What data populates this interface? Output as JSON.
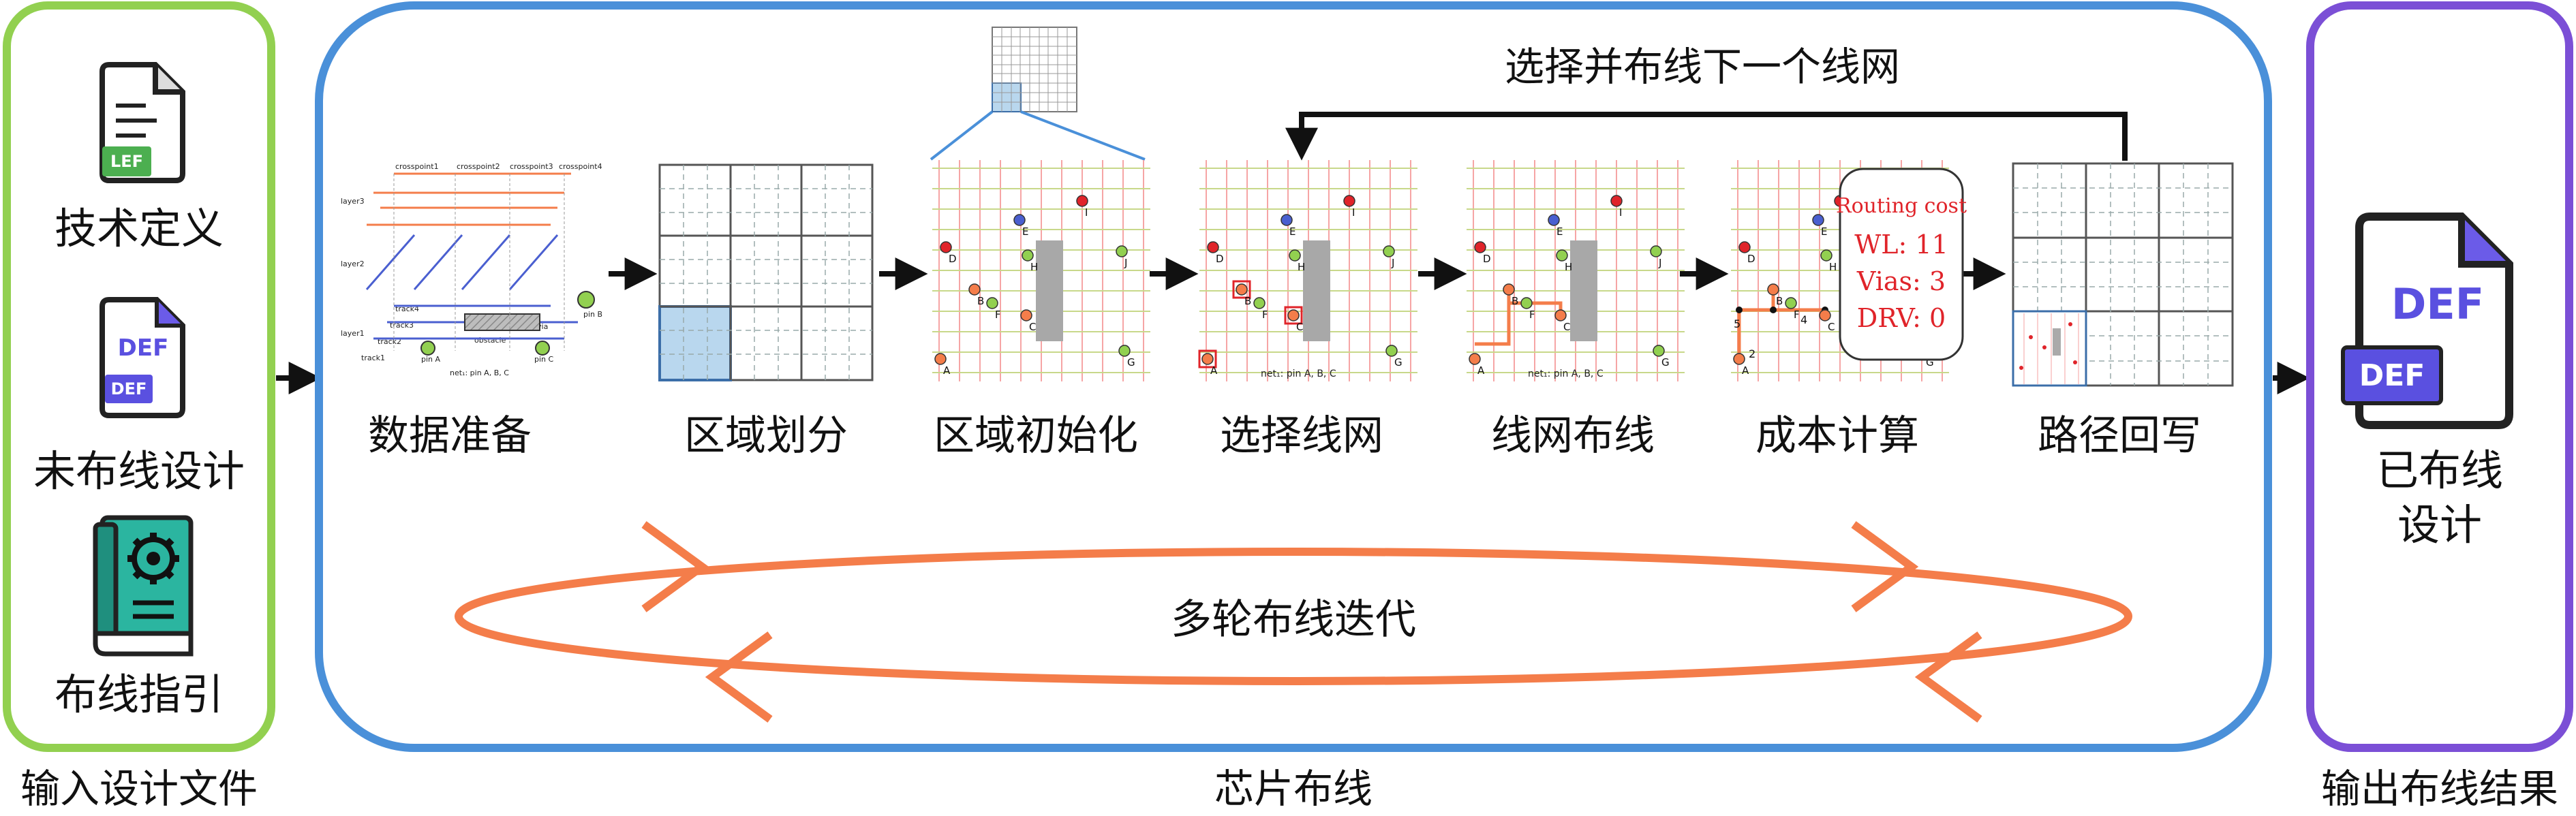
{
  "input_panel": {
    "caption": "输入设计文件",
    "items": [
      {
        "label": "技术定义",
        "icon": "lef-file-icon",
        "badge": "LEF"
      },
      {
        "label": "未布线设计",
        "icon": "def-file-icon",
        "badge_top": "DEF",
        "badge": "DEF"
      },
      {
        "label": "布线指引",
        "icon": "guide-book-icon"
      }
    ]
  },
  "main_panel": {
    "caption": "芯片布线",
    "feedback_label": "选择并布线下一个线网",
    "iteration_label": "多轮布线迭代",
    "steps": [
      {
        "label": "数据准备"
      },
      {
        "label": "区域划分"
      },
      {
        "label": "区域初始化"
      },
      {
        "label": "选择线网"
      },
      {
        "label": "线网布线"
      },
      {
        "label": "成本计算"
      },
      {
        "label": "路径回写"
      }
    ],
    "data_prep": {
      "crosspoints": [
        "crosspoint1",
        "crosspoint2",
        "crosspoint3",
        "crosspoint4"
      ],
      "layers": [
        "layer3",
        "layer2",
        "layer1"
      ],
      "tracks": [
        "track4",
        "track3",
        "track2",
        "track1"
      ],
      "obstacle": "obstacle",
      "via": "via",
      "pins": [
        "pin A",
        "pin B",
        "pin C"
      ],
      "net": "net₁: pin A, B, C"
    },
    "grid_pins": [
      "A",
      "B",
      "C",
      "D",
      "E",
      "F",
      "G",
      "H",
      "I",
      "J"
    ],
    "net_caption": "net₁: pin A, B, C",
    "cost_box": {
      "title": "Routing cost",
      "lines": [
        "WL: 11",
        "Vias: 3",
        "DRV: 0"
      ]
    },
    "cost_marks": [
      "2",
      "5",
      "4"
    ]
  },
  "output_panel": {
    "caption": "输出布线结果",
    "label_line1": "已布线",
    "label_line2": "设计",
    "badge_big": "DEF",
    "badge_small": "DEF"
  },
  "colors": {
    "input_border": "#92d050",
    "main_border": "#4a90d9",
    "output_border": "#7b4fd6",
    "iteration_loop": "#f47d4a",
    "lef_badge": "#4caf50",
    "def_badge": "#5a50e0",
    "book": "#2bb5a0"
  }
}
